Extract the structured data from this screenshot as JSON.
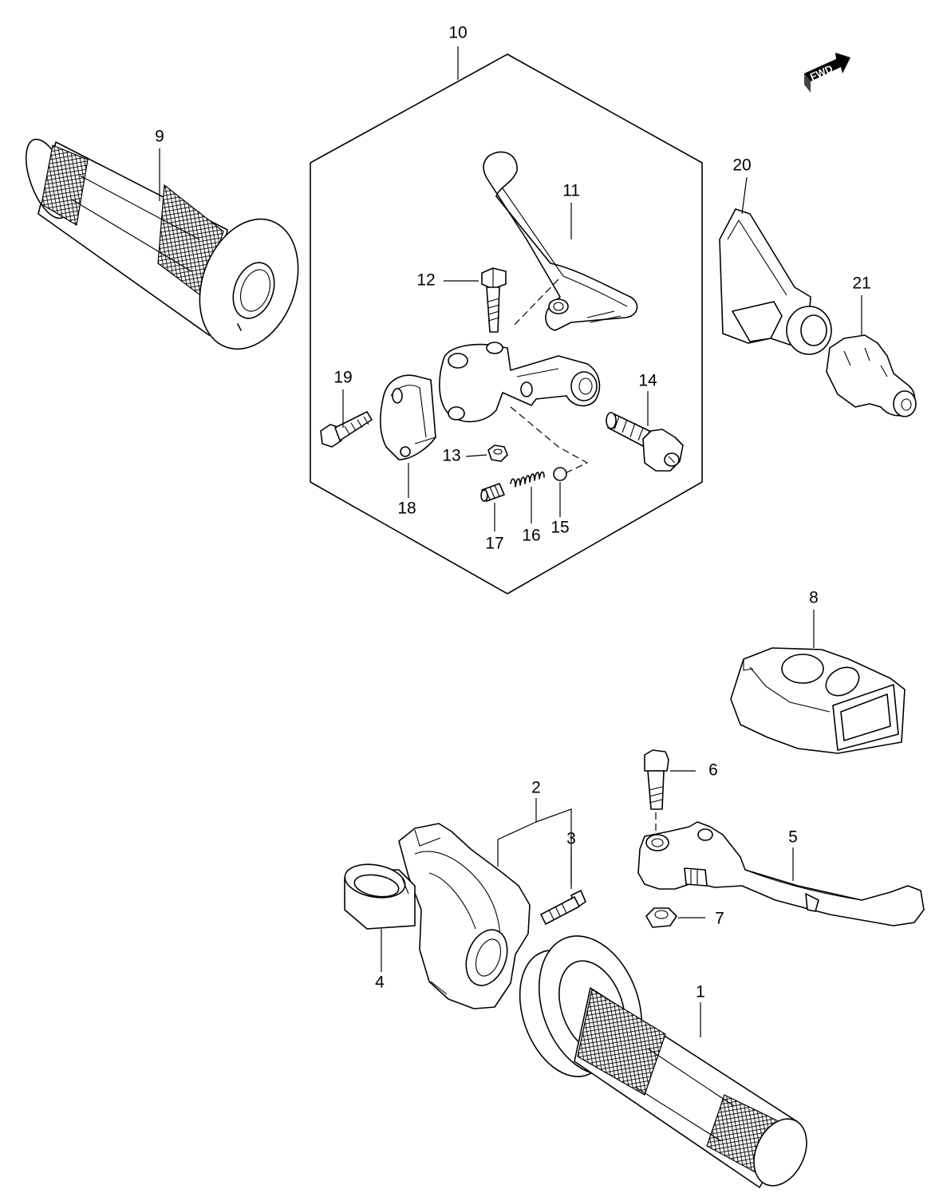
{
  "fwd_arrow": {
    "label": "FWD"
  },
  "callouts": [
    "1",
    "2",
    "3",
    "4",
    "5",
    "6",
    "7",
    "8",
    "9",
    "10",
    "11",
    "12",
    "13",
    "14",
    "15",
    "16",
    "17",
    "18",
    "19",
    "20",
    "21"
  ]
}
